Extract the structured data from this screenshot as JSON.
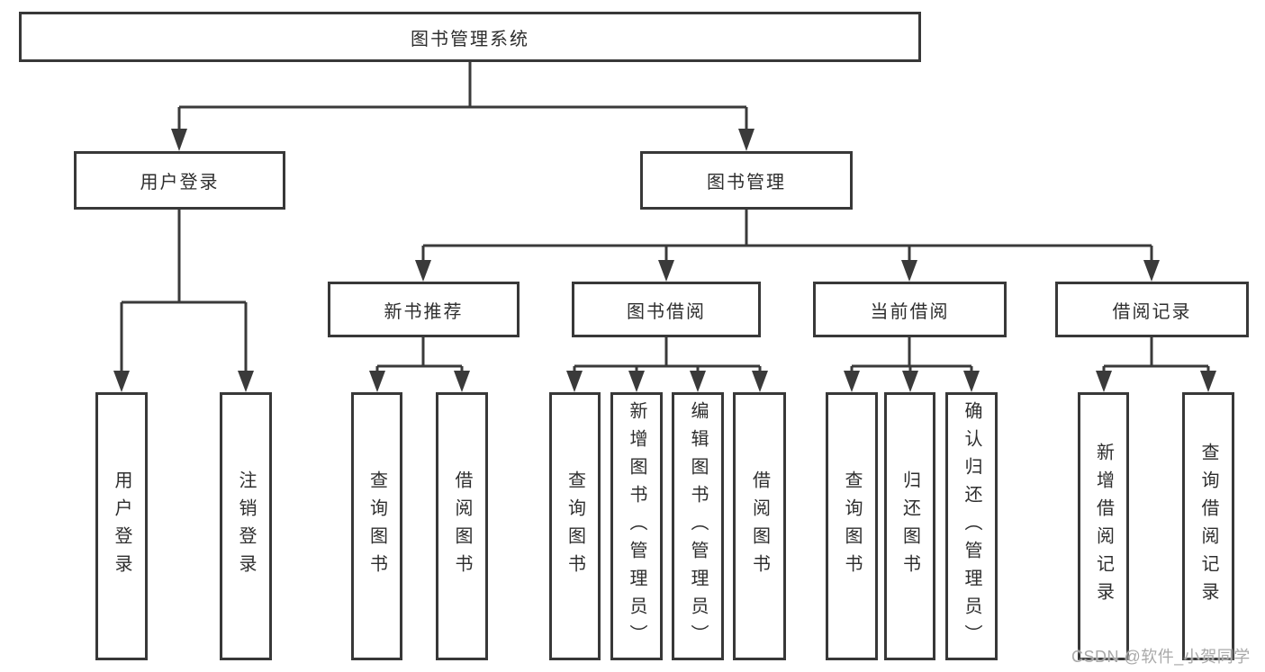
{
  "diagram": {
    "root": {
      "label": "图书管理系统"
    },
    "branches": [
      {
        "label": "用户登录",
        "children": [
          {
            "label": "用户登录"
          },
          {
            "label": "注销登录"
          }
        ]
      },
      {
        "label": "图书管理",
        "children": [
          {
            "label": "新书推荐",
            "children": [
              {
                "label": "查询图书"
              },
              {
                "label": "借阅图书"
              }
            ]
          },
          {
            "label": "图书借阅",
            "children": [
              {
                "label": "查询图书"
              },
              {
                "label": "新增图书（管理员）"
              },
              {
                "label": "编辑图书（管理员）"
              },
              {
                "label": "借阅图书"
              }
            ]
          },
          {
            "label": "当前借阅",
            "children": [
              {
                "label": "查询图书"
              },
              {
                "label": "归还图书"
              },
              {
                "label": "确认归还（管理员）"
              }
            ]
          },
          {
            "label": "借阅记录",
            "children": [
              {
                "label": "新增借阅记录"
              },
              {
                "label": "查询借阅记录"
              }
            ]
          }
        ]
      }
    ],
    "colors": {
      "line": "#3a3a3a",
      "box_border": "#383838",
      "text": "#2e2e2e",
      "watermark": "#a9a9a9"
    },
    "watermark": "CSDN @软件_小贺同学"
  }
}
